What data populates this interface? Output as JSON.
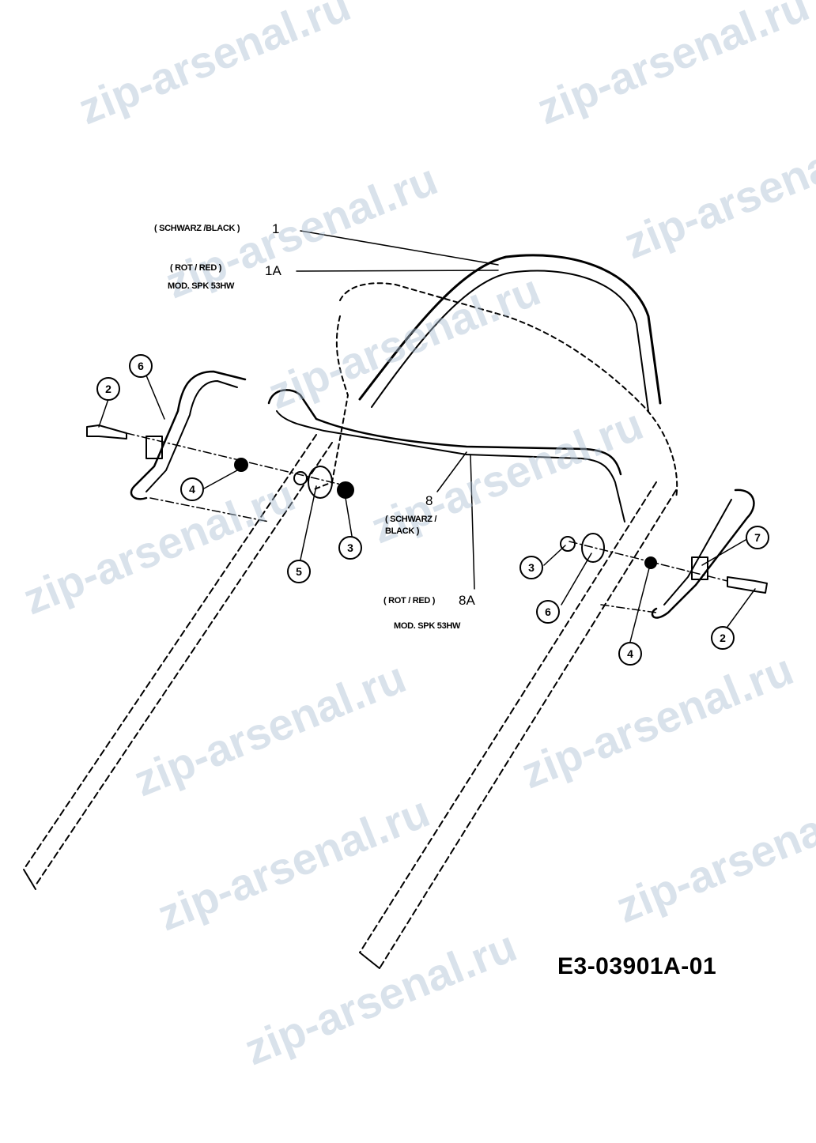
{
  "labels": {
    "l1_desc": "( SCHWARZ /BLACK )",
    "l1_num": "1",
    "l1a_desc": "( ROT / RED )",
    "l1a_model": "MOD. SPK 53HW",
    "l1a_num": "1A",
    "l8_num": "8",
    "l8_desc1": "( SCHWARZ /",
    "l8_desc2": "BLACK )",
    "l8a_desc": "( ROT / RED )",
    "l8a_num": "8A",
    "l8a_model": "MOD. SPK 53HW"
  },
  "callouts": [
    "2",
    "6",
    "4",
    "5",
    "3",
    "3",
    "6",
    "7",
    "4",
    "2"
  ],
  "drawing_code": "E3-03901A-01",
  "watermark": "zip-arsenal.ru",
  "colors": {
    "line": "#000000",
    "watermark": "#aabed2"
  }
}
